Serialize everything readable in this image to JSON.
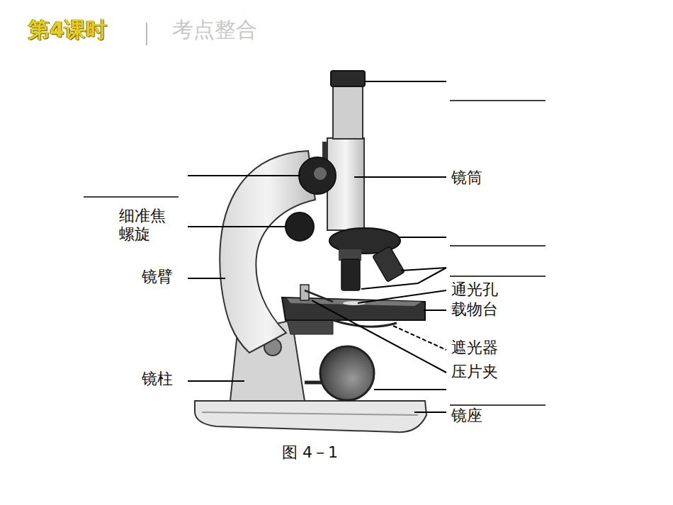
{
  "diagram": {
    "caption": "图 4－1",
    "labels": [
      "第4课时",
      "考点整合",
      "镜筒",
      "细准焦 螺旋",
      "镜臂",
      "通光孔",
      "载物台",
      "遮光器",
      "压片夹",
      "镜柱",
      "镜座"
    ]
  }
}
